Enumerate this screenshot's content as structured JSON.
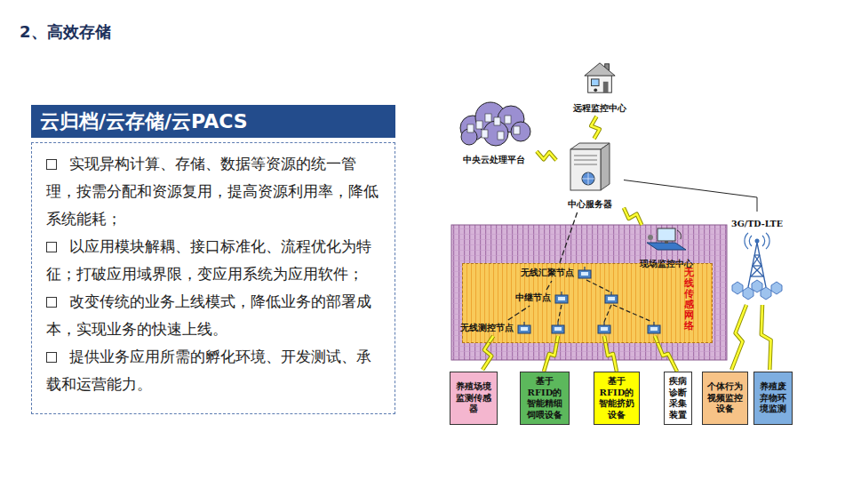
{
  "diagram": {
    "title": "2、高效存储",
    "nodes": [
      {
        "text": [
          "云归档/云存储/云PACS",
          "实现异构计算、存储、数据等资源的统一管理，按需分配和资源复用，提高资源利用率，降低系统能耗；",
          "以应用模块解耦、接口标准化、流程优化为特征；打破应用域界限，变应用系统为应用软件；",
          "改变传统的业务上线模式，降低业务的部署成本，实现业务的快速上线。",
          "提供业务应用所需的孵化环境、开发测试、承载和运营能力。"
        ]
      },
      {
        "text": [
          "远程监控中心"
        ]
      },
      {
        "text": [
          "中央云处理平台"
        ]
      },
      {
        "text": [
          "中心服务器"
        ]
      },
      {
        "text": [
          "现场监控中心"
        ]
      },
      {
        "text": [
          "3G/TD-LTE"
        ]
      },
      {
        "text": [
          "无线传感网络"
        ]
      },
      {
        "text": [
          "无线汇聚节点"
        ],
        "in": 6
      },
      {
        "text": [
          "中继节点"
        ],
        "in": 6
      },
      {
        "text": [
          "无线测控节点"
        ],
        "in": 6
      },
      {
        "text": [
          "养殖场境监测传感器"
        ]
      },
      {
        "text": [
          "基于RFID的智能精细饲喂设备"
        ]
      },
      {
        "text": [
          "基于RFID的智能挤奶设备"
        ]
      },
      {
        "text": [
          "疾病诊断采集装置"
        ]
      },
      {
        "text": [
          "个体行为视频监控设备"
        ]
      },
      {
        "text": [
          "养殖废弃物环境监测"
        ]
      }
    ],
    "edges": [
      {
        "from": 3,
        "to": 1,
        "arrow": "none"
      },
      {
        "from": 3,
        "to": 2,
        "arrow": "none"
      },
      {
        "from": 3,
        "to": 4,
        "arrow": "none"
      },
      {
        "from": 3,
        "to": 5,
        "arrow": "none"
      },
      {
        "from": 3,
        "to": 7,
        "arrow": "none"
      },
      {
        "from": 8,
        "to": 7,
        "arrow": "none"
      },
      {
        "from": 9,
        "to": 8,
        "arrow": "none"
      },
      {
        "from": 10,
        "to": 9,
        "arrow": "none"
      },
      {
        "from": 5,
        "to": 14,
        "arrow": "none"
      },
      {
        "from": 5,
        "to": 15,
        "arrow": "none"
      }
    ]
  }
}
